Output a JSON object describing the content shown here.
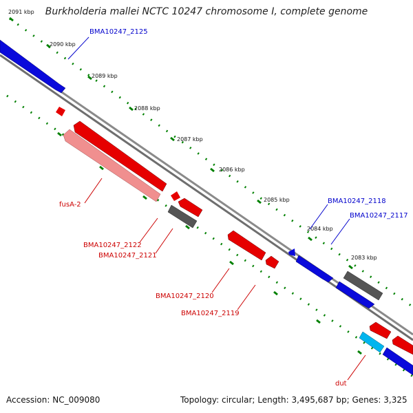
{
  "title": "Burkholderia mallei NCTC 10247 chromosome I, complete genome",
  "footer": {
    "accession": "Accession: NC_009080",
    "summary": "Topology: circular; Length: 3,495,687 bp; Genes: 3,325"
  },
  "colors": {
    "forward_gene": "#0a0adb",
    "reverse_gene": "#e60000",
    "pseudo_gene": "#f08f8f",
    "other_gene": "#555555",
    "rna_gene": "#00b5ee",
    "backbone": "#808080",
    "tick": "#008000",
    "forward_label": "#0000cc",
    "reverse_label": "#cc0000"
  },
  "scale_labels": [
    "2091 kbp",
    "2090 kbp",
    "2089 kbp",
    "2088 kbp",
    "2087 kbp",
    "2086 kbp",
    "2085 kbp",
    "2084 kbp",
    "2083 kbp"
  ],
  "forward_labels": [
    "BMA10247_2125",
    "BMA10247_2118",
    "BMA10247_2117"
  ],
  "reverse_labels": [
    "fusA-2",
    "BMA10247_2122",
    "BMA10247_2121",
    "BMA10247_2120",
    "BMA10247_2119",
    "dut"
  ]
}
